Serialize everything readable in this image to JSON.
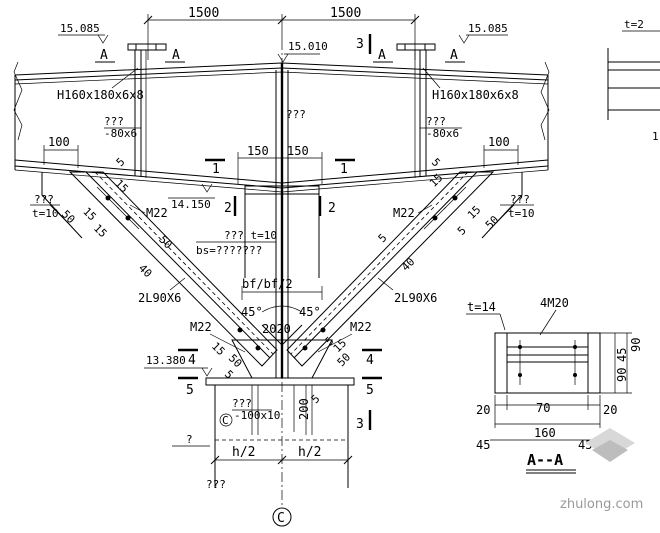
{
  "dims": {
    "top_left": "1500",
    "top_right": "1500",
    "d100_left": "100",
    "d100_right": "100",
    "d150_left": "150",
    "d150_right": "150",
    "d2020": "2020",
    "d200": "200",
    "d70": "70",
    "d160": "160",
    "d20_left": "20",
    "d20_right": "20",
    "d45_left": "45",
    "d45_right": "45",
    "d45_side": "45",
    "d90_a": "90",
    "d90_b": "90",
    "d45_v": "45",
    "d15": "15",
    "d10": "10",
    "d5": "5"
  },
  "elevations": {
    "left_top": "15.085",
    "right_top": "15.085",
    "center": "15.010",
    "left_mid": "14.150",
    "bottom": "13.380"
  },
  "labels": {
    "section_A": "A",
    "section_3": "3",
    "section_1": "1",
    "section_2": "2",
    "section_4": "4",
    "section_5": "5",
    "h_beam_left": "H160x180x6x8",
    "h_beam_right": "H160x180x6x8",
    "plate_left_q": "???",
    "plate_left": "-80x6",
    "plate_right_q": "???",
    "plate_right": "-80x6",
    "web_q": "???",
    "gusset": "??? t=10",
    "bs": "bs=???????",
    "t10_left": "t=10",
    "t10_right": "t=10",
    "q_left": "???",
    "q_right": "???",
    "angle_left": "2L90X6",
    "angle_right": "2L90X6",
    "bolt_m22_a": "M22",
    "bolt_m22_b": "M22",
    "bolt_m22_c": "M22",
    "bolt_m22_d": "M22",
    "bfbf": "bf/bf/2",
    "angle_45_left": "45°",
    "angle_45_right": "45°",
    "plate_100x10": "-100x10",
    "plate_100x10_q": "???",
    "col_q": "?",
    "h2_left": "h/2",
    "h2_right": "h/2",
    "bottom_q": "???",
    "axis": "C",
    "axis_small": "C",
    "weld_15": "15",
    "weld_40": "40",
    "weld_5": "5",
    "weld_50": "50",
    "weld_ref_5a": "5",
    "weld_ref_5b": "5",
    "weld_15b": "15",
    "weld_40b": "40",
    "weld_50b": "50",
    "weld_5c": "5",
    "weld_15c": "15",
    "weld_15d": "15",
    "weld_5d": "5",
    "weld_50c": "50",
    "weld_50d": "50",
    "weld_15e": "15",
    "weld_5e": "5",
    "weld_5f": "5",
    "weld_50e": "50",
    "t14": "t=14",
    "bolts_4m20": "4M20",
    "section_AA": "A--A",
    "partial_t": "t=2",
    "partial_1": "1"
  },
  "watermark": "zhulong.com"
}
